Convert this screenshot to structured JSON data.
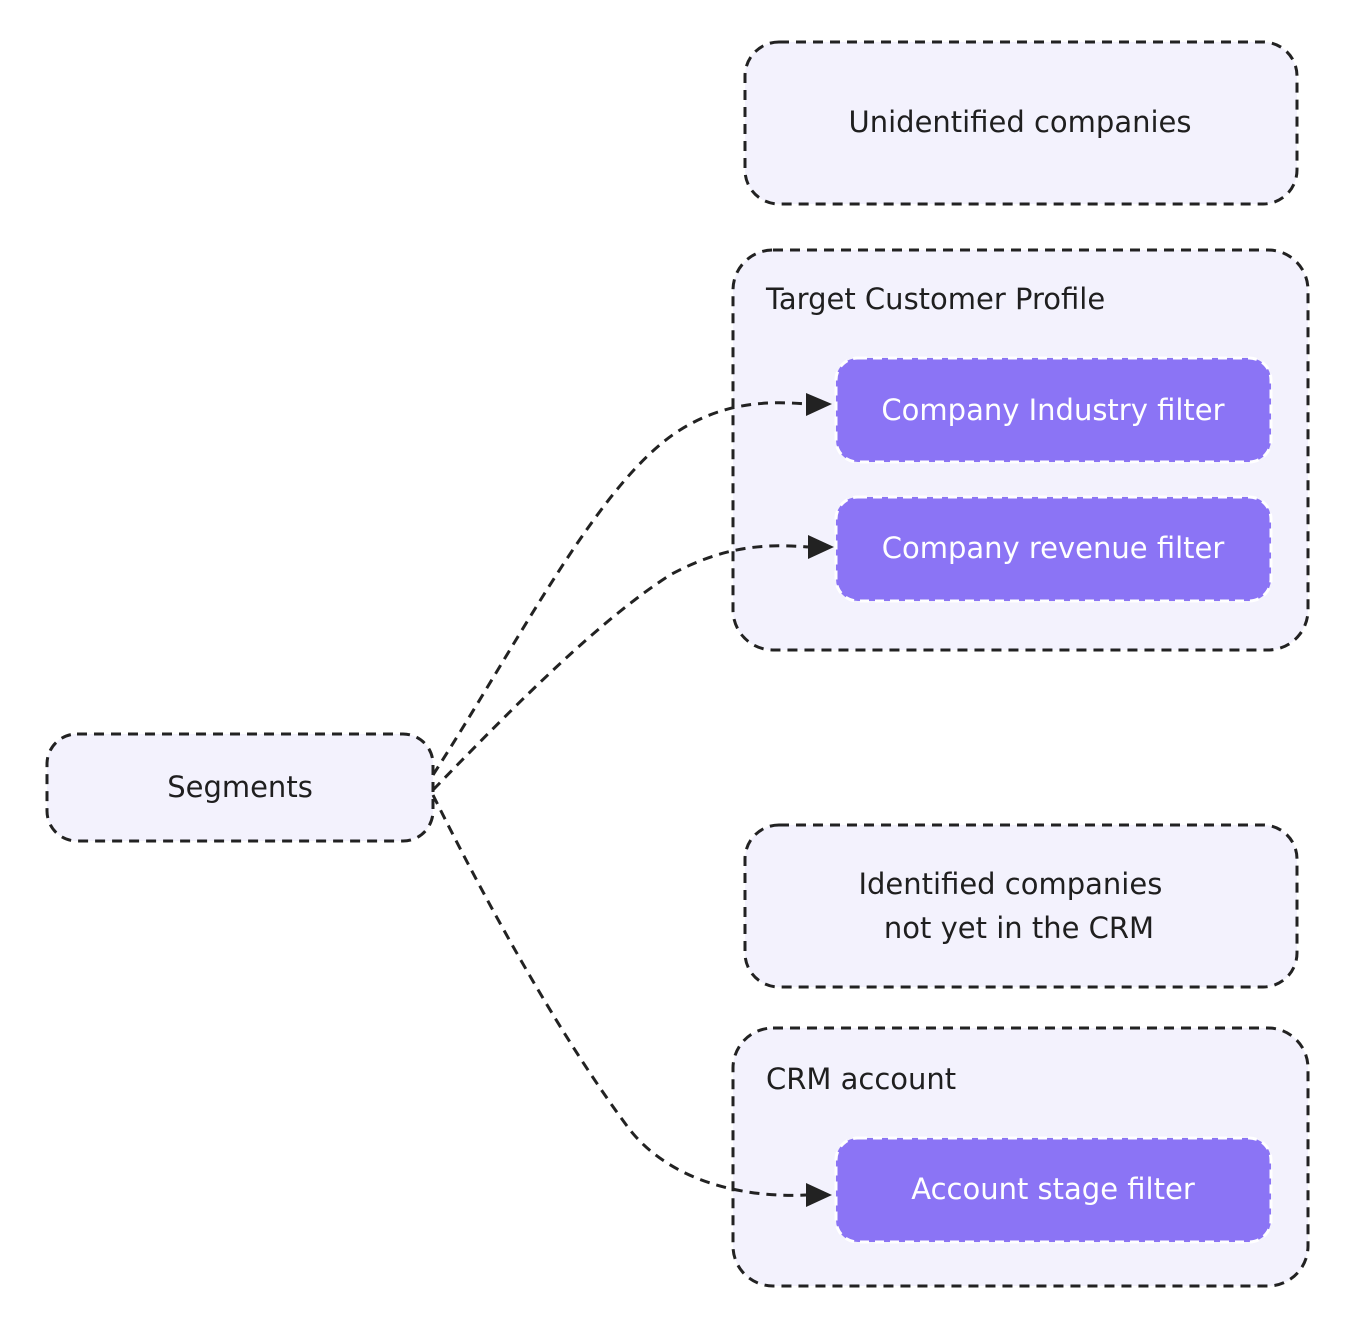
{
  "nodes": {
    "unidentified": {
      "label": "Unidentified companies"
    },
    "tcp": {
      "title": "Target Customer Profile"
    },
    "industry_filter": {
      "label": "Company Industry filter"
    },
    "revenue_filter": {
      "label": "Company revenue filter"
    },
    "segments": {
      "label": "Segments"
    },
    "identified": {
      "line1": "Identified companies",
      "line2": "not yet in the CRM"
    },
    "crm": {
      "title": "CRM account"
    },
    "account_stage_filter": {
      "label": "Account stage filter"
    }
  },
  "colors": {
    "node_fill": "#f3f2fd",
    "filter_fill": "#8b74f5",
    "stroke": "#222222"
  },
  "edges": [
    {
      "from": "Segments",
      "to": "Company Industry filter",
      "style": "dashed-arrow"
    },
    {
      "from": "Segments",
      "to": "Company revenue filter",
      "style": "dashed-arrow"
    },
    {
      "from": "Segments",
      "to": "Account stage filter",
      "style": "dashed-arrow"
    }
  ]
}
